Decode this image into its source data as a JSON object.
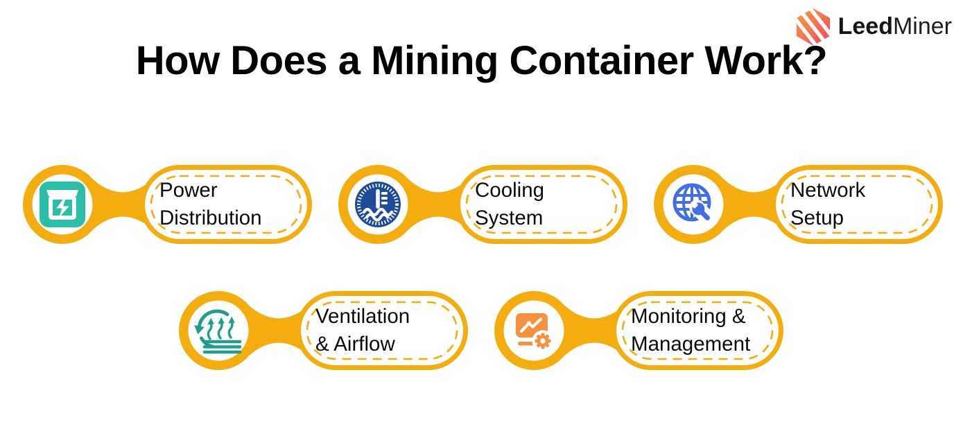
{
  "title": "How Does a Mining Container Work?",
  "logo": {
    "brand_bold": "Leed",
    "brand_regular": "Miner"
  },
  "items": [
    {
      "label_line1": "Power",
      "label_line2": "Distribution",
      "icon": "power-transformer-icon"
    },
    {
      "label_line1": "Cooling",
      "label_line2": "System",
      "icon": "coolant-temperature-icon"
    },
    {
      "label_line1": "Network",
      "label_line2": "Setup",
      "icon": "globe-wrench-icon"
    },
    {
      "label_line1": "Ventilation",
      "label_line2": "& Airflow",
      "icon": "air-circulation-icon"
    },
    {
      "label_line1": "Monitoring &",
      "label_line2": "Management",
      "icon": "monitor-gear-icon"
    }
  ],
  "colors": {
    "accent-yellow": "#F4AD0F",
    "teal": "#2ABEA7",
    "teal-dark": "#1F9E8E",
    "navy": "#1C4B9C",
    "blue": "#426EE4",
    "orange": "#F6913E",
    "logo-gradient-start": "#F9A13D",
    "logo-gradient-end": "#EF4460",
    "text": "#000000"
  }
}
